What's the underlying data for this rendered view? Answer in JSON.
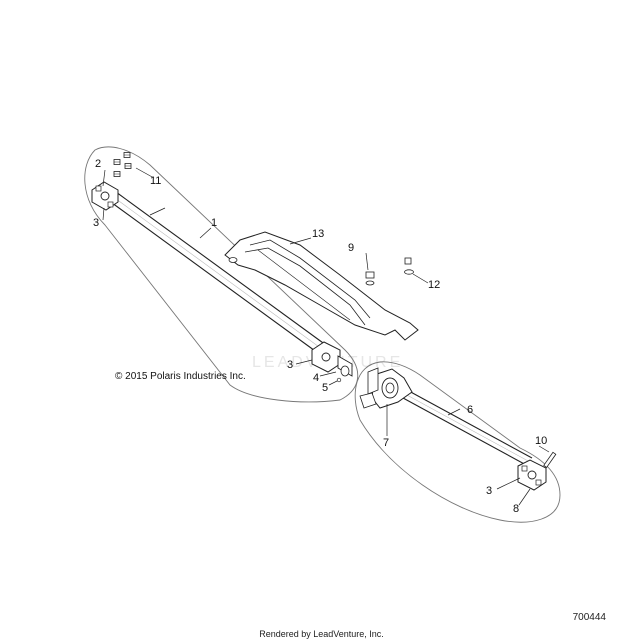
{
  "diagram": {
    "callouts": {
      "c1": "1",
      "c2": "2",
      "c3a": "3",
      "c3b": "3",
      "c3c": "3",
      "c4": "4",
      "c5": "5",
      "c6": "6",
      "c7": "7",
      "c8": "8",
      "c9": "9",
      "c10": "10",
      "c11": "11",
      "c12": "12",
      "c13": "13"
    },
    "copyright": "© 2015 Polaris Industries Inc.",
    "watermark": "LEADVENTURE"
  },
  "footer": {
    "rendered_by": "Rendered by LeadVenture, Inc.",
    "diagram_id": "700444"
  }
}
